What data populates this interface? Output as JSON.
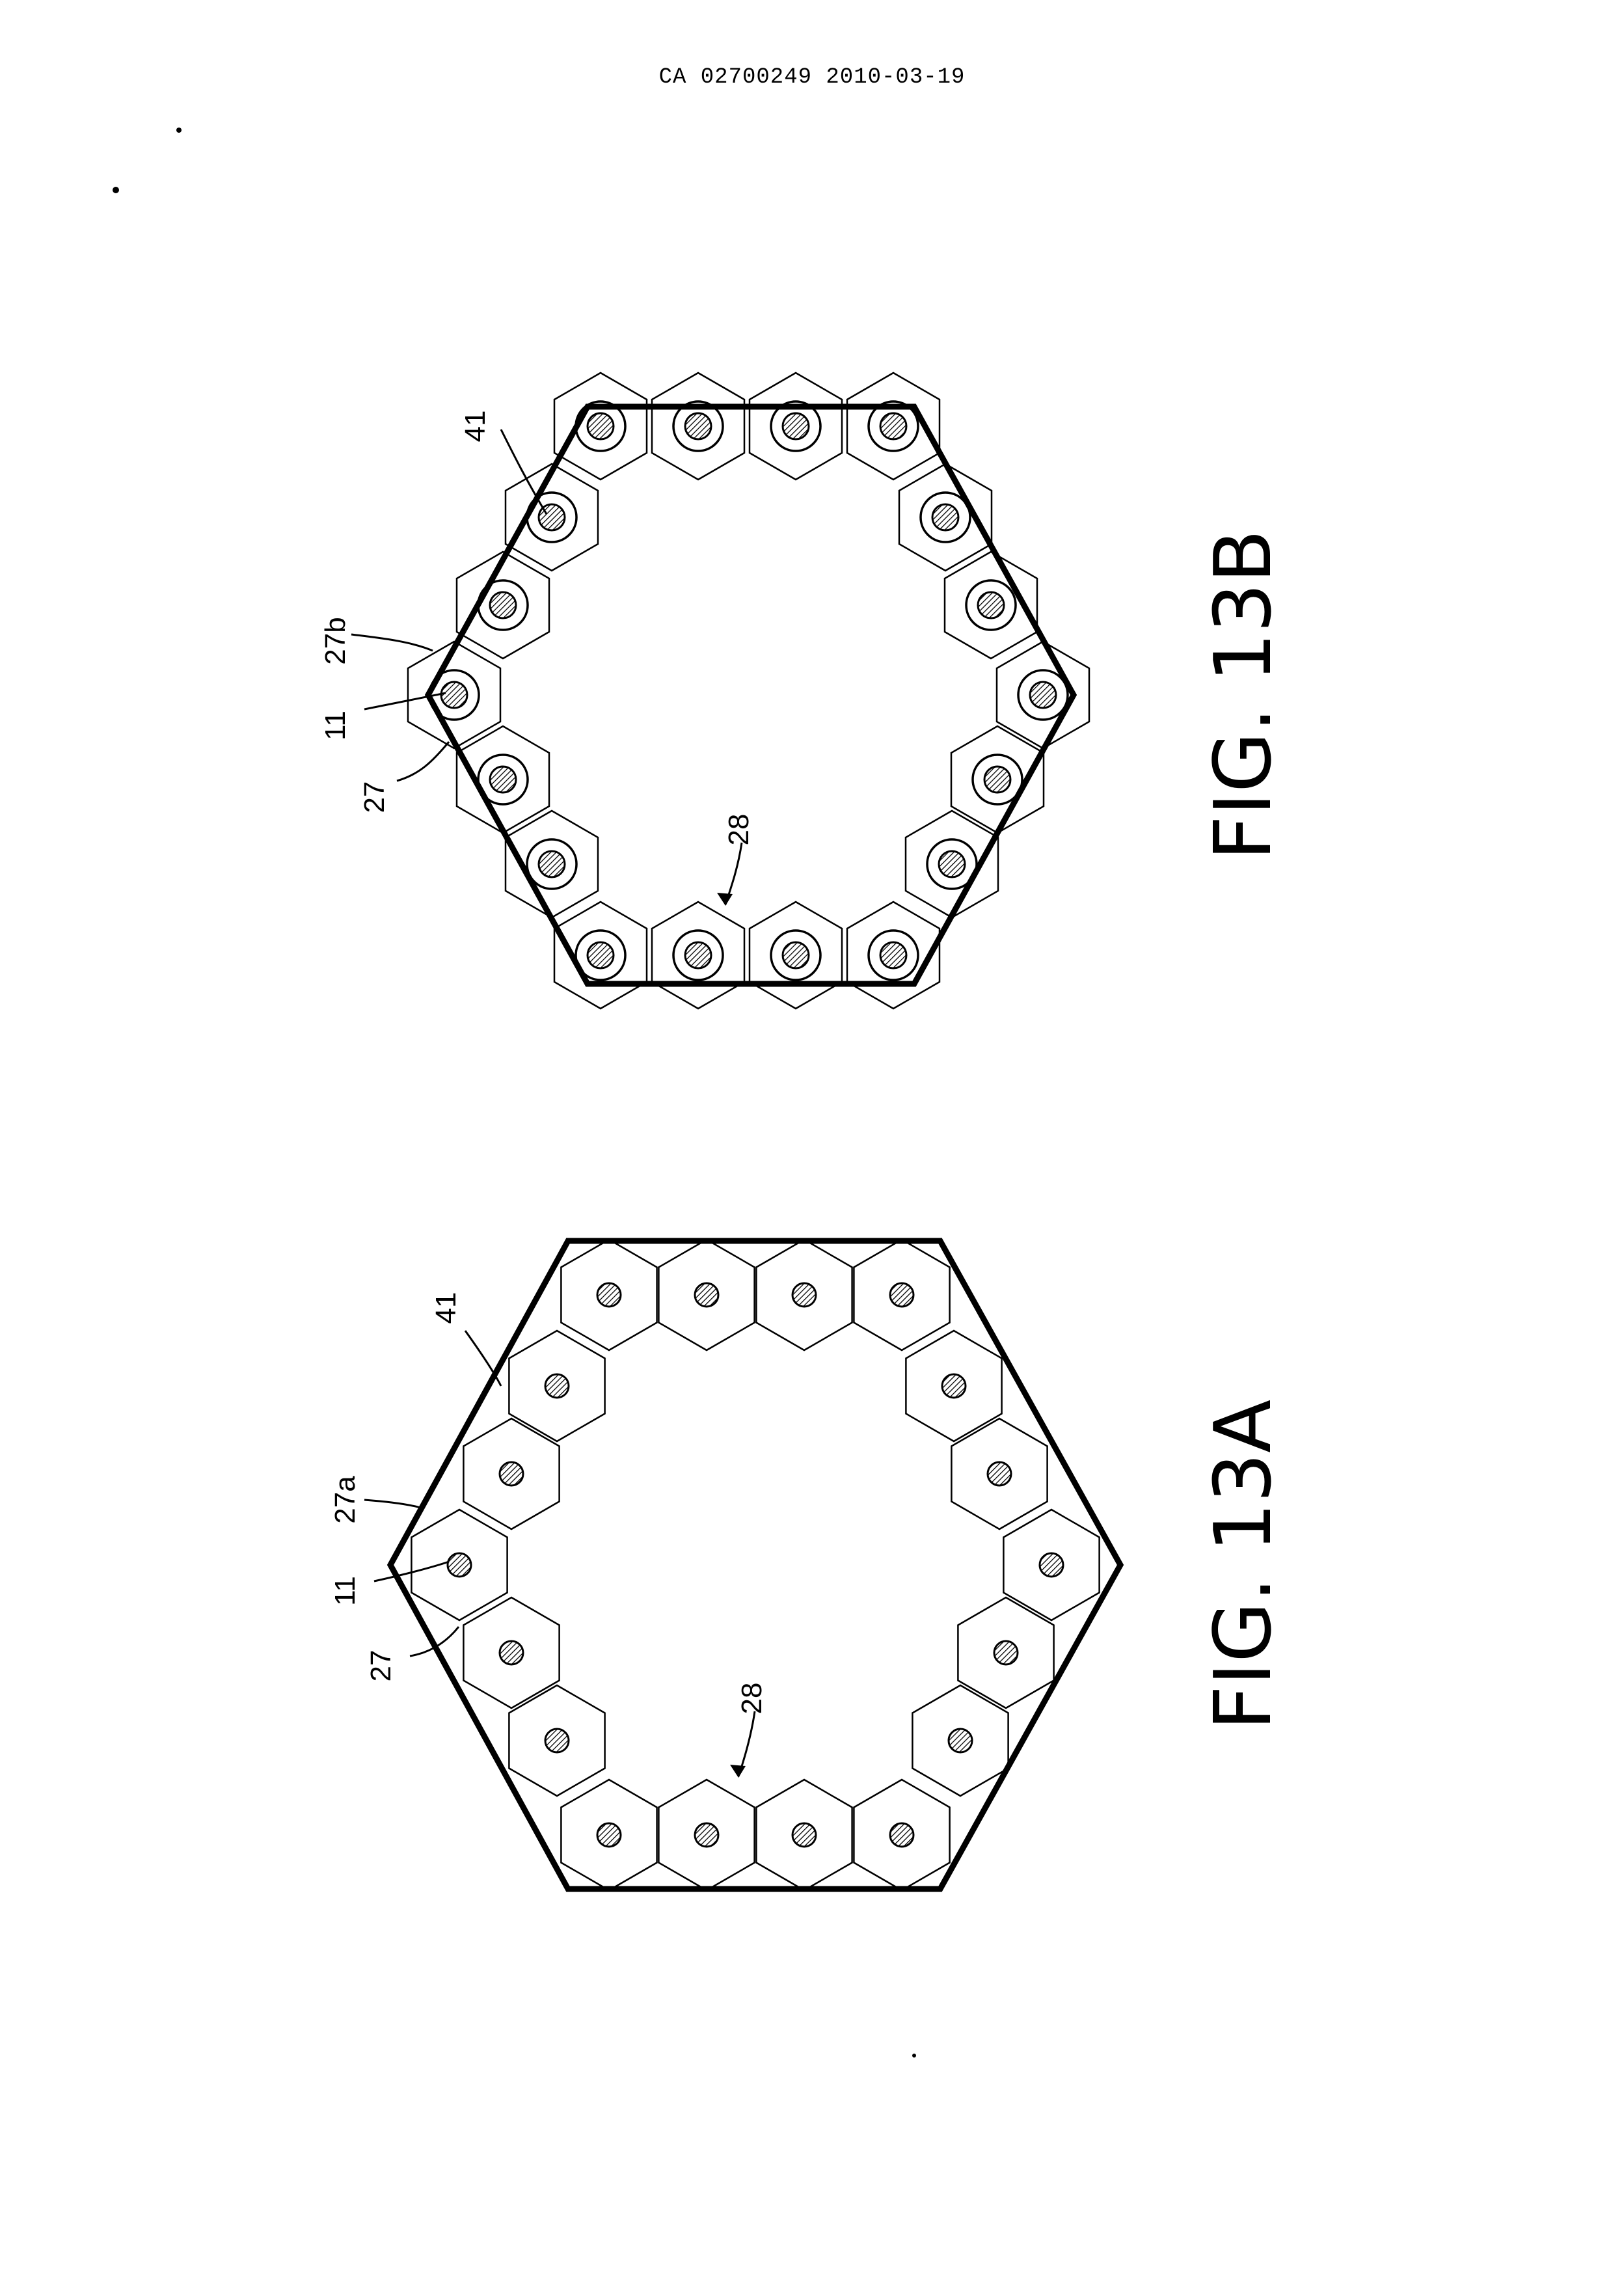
{
  "header": {
    "doc_id": "CA 02700249 2010-03-19"
  },
  "figures": [
    {
      "id": "fig13a",
      "caption": "FIG. 13A",
      "ring_style": "plain",
      "refs": {
        "outer_boundary": "41",
        "spacer": "27a",
        "rod": "11",
        "cell": "27",
        "gap": "28"
      }
    },
    {
      "id": "fig13b",
      "caption": "FIG. 13B",
      "ring_style": "circled",
      "refs": {
        "outer_boundary": "41",
        "spacer": "27b",
        "rod": "11",
        "cell": "27",
        "gap": "28"
      }
    }
  ],
  "colors": {
    "ink": "#000000",
    "paper": "#ffffff"
  }
}
